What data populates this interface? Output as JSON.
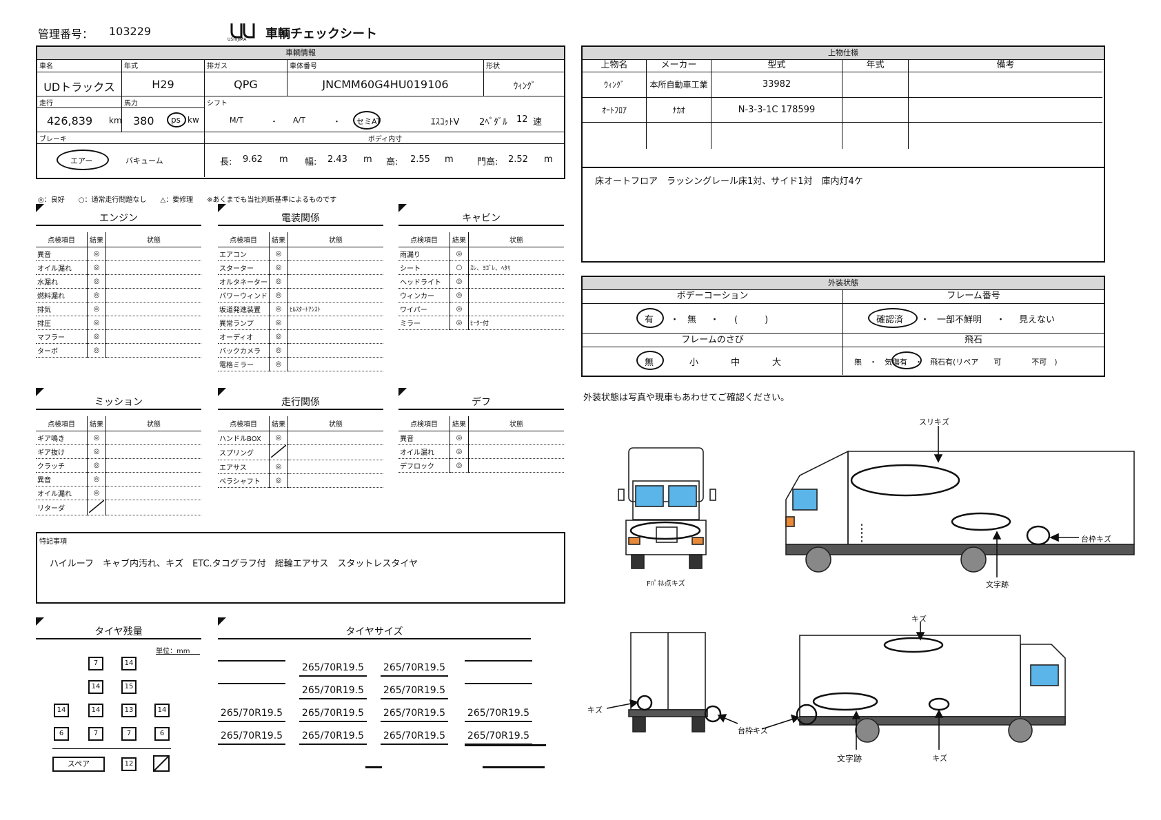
{
  "header": {
    "mgmt_label": "管理番号：",
    "mgmt_no": "103229",
    "logo_text": "USHIJIMA",
    "title": "車輌チェックシート"
  },
  "vehicle": {
    "section": "車輌情報",
    "labels": {
      "name": "車名",
      "year": "年式",
      "emission": "排ガス",
      "chassis": "車体番号",
      "form": "形状",
      "mileage": "走行",
      "power": "馬力",
      "shift": "シフト",
      "brake": "ブレーキ",
      "body": "ボディ内寸"
    },
    "name": "UDトラックス",
    "year": "H29",
    "emission": "QPG",
    "chassis": "JNCMM60G4HU019106",
    "form": "ｳｨﾝｸﾞ",
    "mileage": "426,839",
    "km": "km",
    "power": "380",
    "ps": "ps",
    "kw": "kw",
    "shift": {
      "mt": "M/T",
      "at": "A/T",
      "semi": "セミAT",
      "dot": "・",
      "escot": "ｴｽｺｯﾄⅤ",
      "pedal": "2ﾍﾟﾀﾞﾙ",
      "speeds": "12",
      "speed_unit": "速"
    },
    "brake": {
      "air": "エアー",
      "vacuum": "バキューム"
    },
    "body": {
      "l_label": "長:",
      "l": "9.62",
      "w_label": "幅:",
      "w": "2.43",
      "h_label": "高:",
      "h": "2.55",
      "gate_label": "門高:",
      "gate": "2.52",
      "unit": "m"
    }
  },
  "upper": {
    "section": "上物仕様",
    "headers": [
      "上物名",
      "メーカー",
      "型式",
      "年式",
      "備考"
    ],
    "rows": [
      [
        "ｳｨﾝｸﾞ",
        "本所自動車工業",
        "33982",
        "",
        ""
      ],
      [
        "ｵｰﾄﾌﾛｱ",
        "ﾅｶｵ",
        "N-3-3-1C 178599",
        "",
        ""
      ],
      [
        "",
        "",
        "",
        "",
        ""
      ]
    ],
    "note": "床オートフロア　ラッシングレール床1対、サイド1対　庫内灯4ケ"
  },
  "exterior": {
    "section": "外装状態",
    "body_coat": "ボデーコーション",
    "body_coat_opts": {
      "yes": "有",
      "no": "無",
      "paren": "(　　　)",
      "dot": "・"
    },
    "frame_no": "フレーム番号",
    "frame_opts": {
      "ok": "確認済",
      "partial": "一部不鮮明",
      "none": "見えない",
      "dot": "・"
    },
    "rust": "フレームのさび",
    "rust_opts": [
      "無",
      "小",
      "中",
      "大"
    ],
    "chip": "飛石",
    "chip_text": "無　・　気傷有　・　飛石有(リペア　　可　　　　不可　)",
    "note": "外装状態は写真や現車もあわせてご確認ください。"
  },
  "legend": "◎：良好　　○：通常走行問題なし　　△：要修理　　※あくまでも当社判断基準によるものです",
  "col_headers": {
    "item": "点検項目",
    "result": "結果",
    "state": "状態"
  },
  "checks": [
    {
      "title": "エンジン",
      "rows": [
        [
          "異音",
          "◎",
          ""
        ],
        [
          "オイル漏れ",
          "◎",
          ""
        ],
        [
          "水漏れ",
          "◎",
          ""
        ],
        [
          "燃料漏れ",
          "◎",
          ""
        ],
        [
          "排気",
          "◎",
          ""
        ],
        [
          "排圧",
          "◎",
          ""
        ],
        [
          "マフラー",
          "◎",
          ""
        ],
        [
          "ターボ",
          "◎",
          ""
        ]
      ]
    },
    {
      "title": "電装関係",
      "rows": [
        [
          "エアコン",
          "◎",
          ""
        ],
        [
          "スターター",
          "◎",
          ""
        ],
        [
          "オルタネーター",
          "◎",
          ""
        ],
        [
          "パワーウィンド",
          "◎",
          ""
        ],
        [
          "坂道発進装置",
          "◎",
          "ﾋﾙｽﾀｰﾄｱｼｽﾄ"
        ],
        [
          "異常ランプ",
          "◎",
          ""
        ],
        [
          "オーディオ",
          "◎",
          ""
        ],
        [
          "バックカメラ",
          "◎",
          ""
        ],
        [
          "電格ミラー",
          "◎",
          ""
        ]
      ]
    },
    {
      "title": "キャビン",
      "rows": [
        [
          "雨漏り",
          "◎",
          ""
        ],
        [
          "シート",
          "○",
          "ｽﾚ、ﾖｺﾞﾚ、ﾍﾀﾘ"
        ],
        [
          "ヘッドライト",
          "◎",
          ""
        ],
        [
          "ウィンカー",
          "◎",
          ""
        ],
        [
          "ワイパー",
          "◎",
          ""
        ],
        [
          "ミラー",
          "◎",
          "ﾋｰﾀｰ付"
        ]
      ]
    },
    {
      "title": "ミッション",
      "rows": [
        [
          "ギア鳴き",
          "◎",
          ""
        ],
        [
          "ギア抜け",
          "◎",
          ""
        ],
        [
          "クラッチ",
          "◎",
          ""
        ],
        [
          "異音",
          "◎",
          ""
        ],
        [
          "オイル漏れ",
          "◎",
          ""
        ],
        [
          "リターダ",
          "",
          ""
        ]
      ]
    },
    {
      "title": "走行関係",
      "rows": [
        [
          "ハンドルBOX",
          "◎",
          ""
        ],
        [
          "スプリング",
          "",
          ""
        ],
        [
          "エアサス",
          "◎",
          ""
        ],
        [
          "ペラシャフト",
          "◎",
          ""
        ]
      ]
    },
    {
      "title": "デフ",
      "rows": [
        [
          "異音",
          "◎",
          ""
        ],
        [
          "オイル漏れ",
          "◎",
          ""
        ],
        [
          "デフロック",
          "◎",
          ""
        ]
      ]
    }
  ],
  "special": {
    "label": "特記事項",
    "text": "ハイルーフ　キャブ内汚れ、キズ　ETC.タコグラフ付　総輪エアサス　スタットレスタイヤ"
  },
  "tire": {
    "remain_title": "タイヤ残量",
    "unit": "単位：mm",
    "remain": {
      "r1": [
        "7",
        "14"
      ],
      "r2": [
        "14",
        "15"
      ],
      "r3": [
        "14",
        "14",
        "13",
        "14"
      ],
      "r4": [
        "6",
        "7",
        "7",
        "6"
      ],
      "spare_label": "スペア",
      "spare": "12"
    },
    "size_title": "タイヤサイズ",
    "size": "265/70R19.5"
  },
  "diagram": {
    "scratch1": "スリキズ",
    "fpanel": "Fﾊﾟﾈﾙ点キズ",
    "frame1": "台枠キズ",
    "letter1": "文字跡",
    "scratch2": "キズ",
    "scratch3": "キズ",
    "frame2": "台枠キズ",
    "letter2": "文字跡",
    "scratch4": "キズ"
  }
}
